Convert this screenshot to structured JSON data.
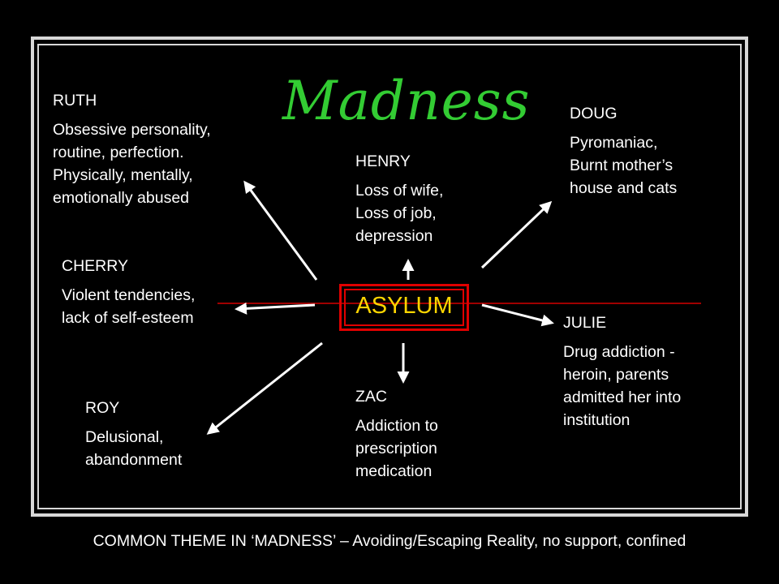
{
  "title": "Madness",
  "center": "ASYLUM",
  "nodes": {
    "ruth": {
      "name": "RUTH",
      "desc": "Obsessive personality,\nroutine, perfection.\nPhysically, mentally,\nemotionally abused"
    },
    "doug": {
      "name": "DOUG",
      "desc": "Pyromaniac,\nBurnt mother’s\nhouse and cats"
    },
    "henry": {
      "name": "HENRY",
      "desc": "Loss of wife,\nLoss of job,\ndepression"
    },
    "cherry": {
      "name": "CHERRY",
      "desc": "Violent tendencies,\nlack of self-esteem"
    },
    "julie": {
      "name": "JULIE",
      "desc": "Drug addiction -\nheroin, parents\nadmitted her into\ninstitution"
    },
    "roy": {
      "name": "ROY",
      "desc": "Delusional,\nabandonment"
    },
    "zac": {
      "name": "ZAC",
      "desc": "Addiction to\nprescription\nmedication"
    }
  },
  "footer": "COMMON THEME IN ‘MADNESS’ – Avoiding/Escaping Reality, no support, confined",
  "colors": {
    "title": "#33cc33",
    "center_text": "#ffd600",
    "center_border": "#e00000",
    "line": "#a00000"
  }
}
